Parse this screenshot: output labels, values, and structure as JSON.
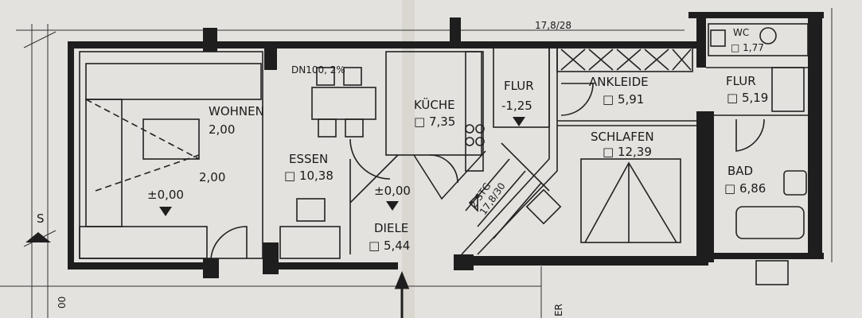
{
  "plan": {
    "compass": "S",
    "drain_note": "DN100, 2%",
    "top_stair_note": "17,8/28",
    "stair_note_1": "2 STG",
    "stair_note_2": "17,8/30",
    "margin_left": "00",
    "margin_bottom": "ER",
    "rooms": [
      {
        "name": "WOHNEN",
        "area": "2,00"
      },
      {
        "name": "ESSEN",
        "area": "10,38"
      },
      {
        "name": "KÜCHE",
        "area": "7,35"
      },
      {
        "name": "FLUR",
        "area": "-1,25"
      },
      {
        "name": "ANKLEIDE",
        "area": "5,91"
      },
      {
        "name": "SCHLAFEN",
        "area": "12,39"
      },
      {
        "name": "WC",
        "area": "1,77"
      },
      {
        "name": "FLUR",
        "area": "5,19"
      },
      {
        "name": "BAD",
        "area": "6,86"
      },
      {
        "name": "DIELE",
        "area": "5,44"
      }
    ],
    "dimensions": {
      "wohnen_dim": "2,00",
      "level_wohnen": "±0,00",
      "level_diele": "±0,00"
    }
  },
  "colors": {
    "paper": "#e4e2de",
    "ink": "#1e1e1e"
  }
}
